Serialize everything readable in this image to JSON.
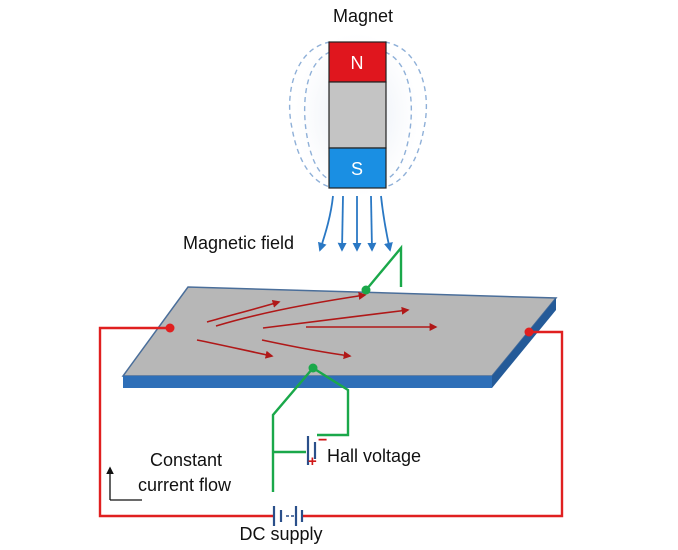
{
  "labels": {
    "magnet": "Magnet",
    "north": "N",
    "south": "S",
    "magnetic_field": "Magnetic field",
    "hall_voltage": "Hall voltage",
    "constant_line1": "Constant",
    "constant_line2": "current flow",
    "dc_supply": "DC supply",
    "minus": "−",
    "plus": "+"
  },
  "colors": {
    "north_pole": "#e0161e",
    "south_pole": "#1a8fe3",
    "magnet_body": "#c4c4c4",
    "field_lines": "#2a78c4",
    "plate_top": "#b7b7b7",
    "plate_edge": "#2e6fb8",
    "current_arrows": "#b01818",
    "circuit_wire": "#e02020",
    "hall_wire": "#1aa84a"
  }
}
